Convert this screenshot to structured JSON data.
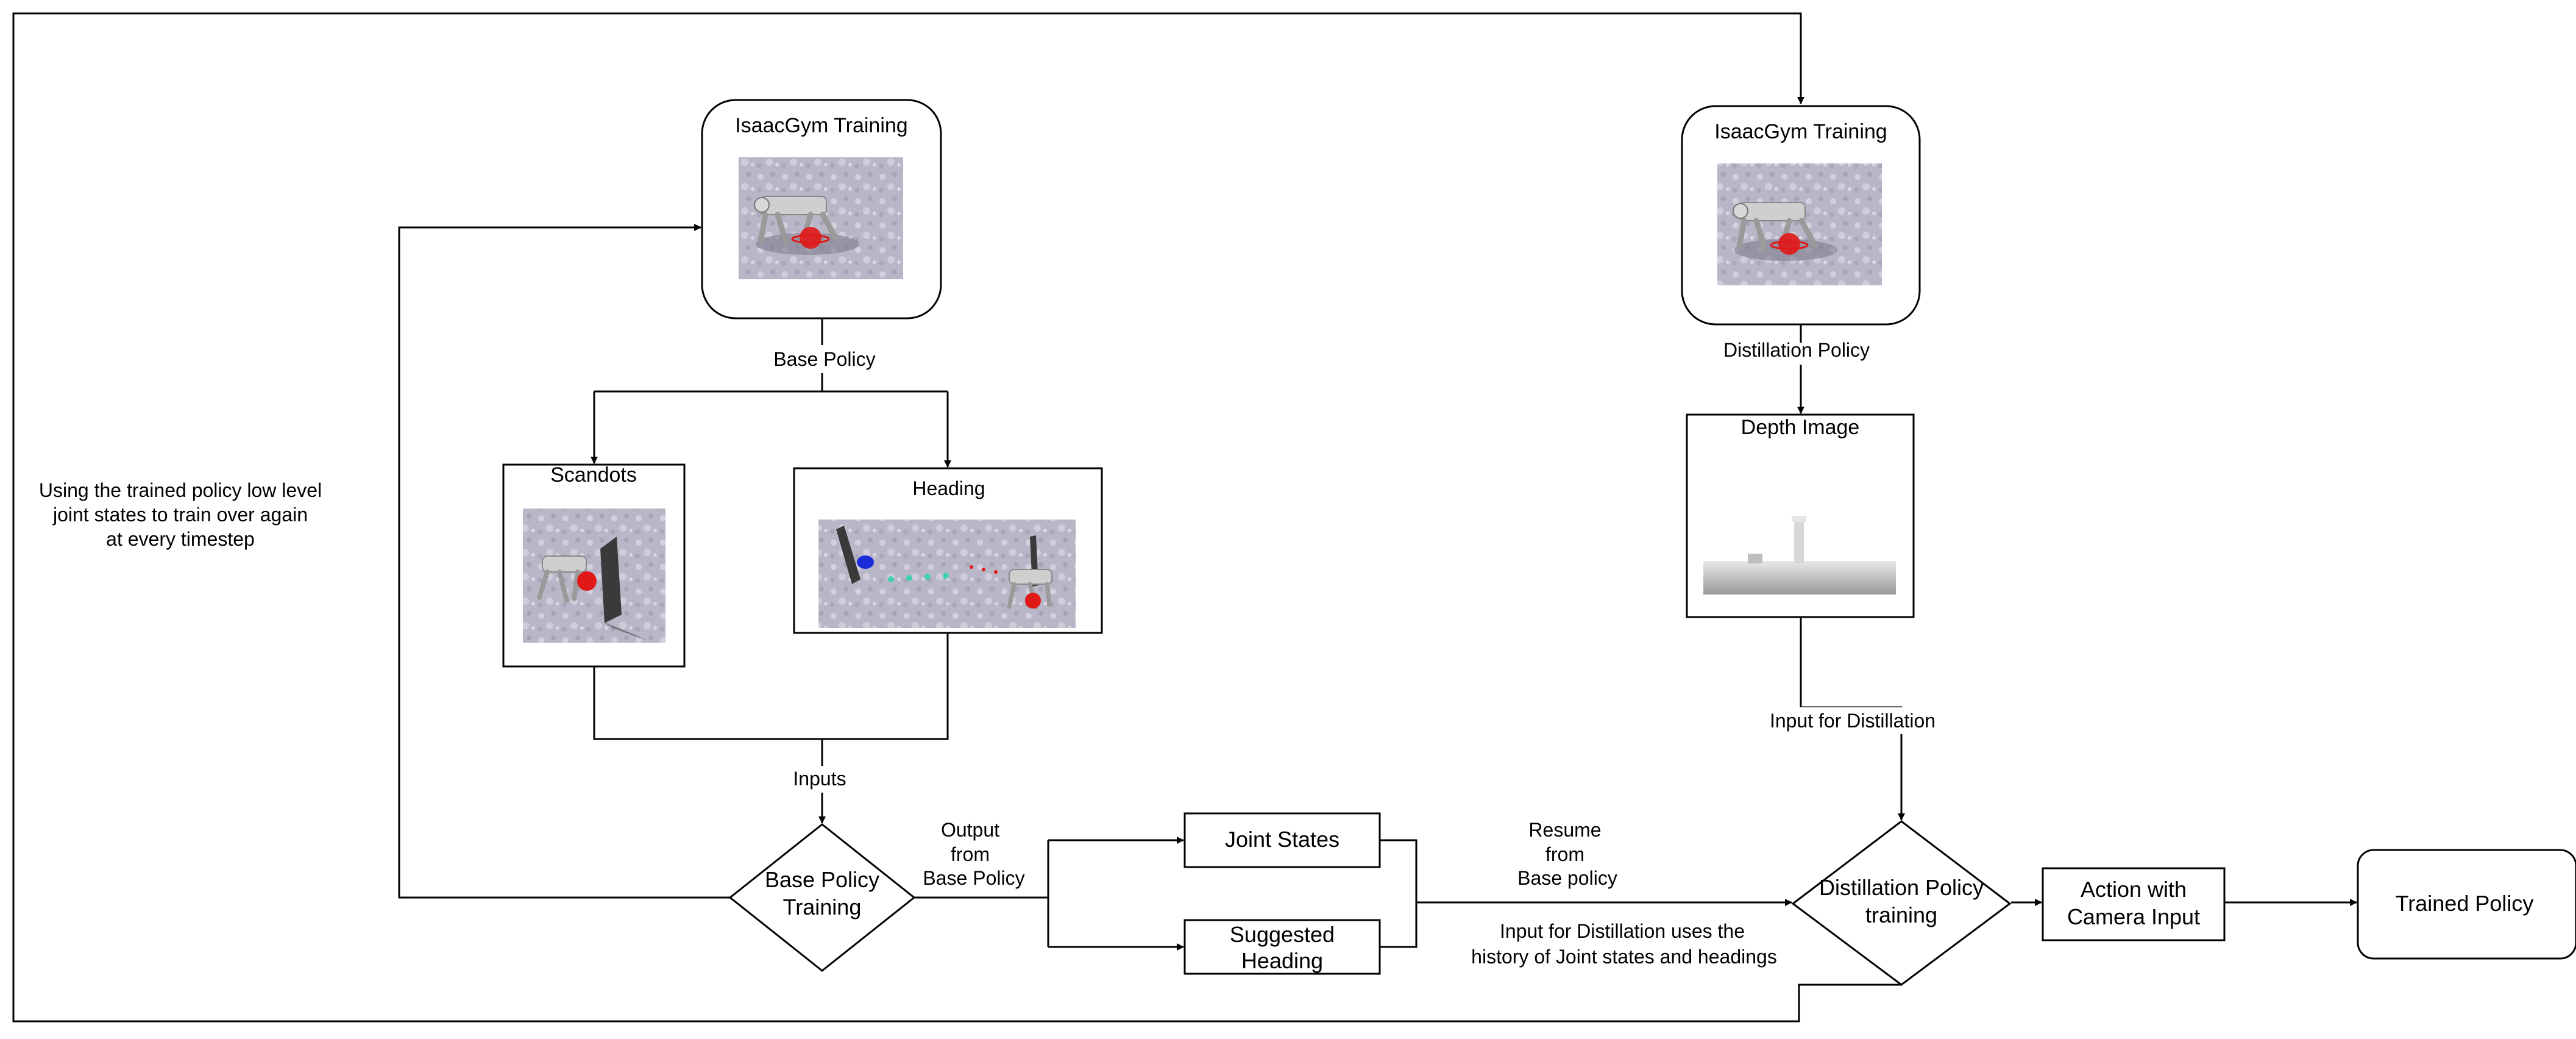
{
  "nodes": {
    "isaac_left": {
      "title": "IsaacGym Training"
    },
    "isaac_right": {
      "title": "IsaacGym Training"
    },
    "scandots": {
      "title": "Scandots"
    },
    "heading": {
      "title": "Heading"
    },
    "depth": {
      "title": "Depth Image"
    },
    "base_training": {
      "line1": "Base Policy",
      "line2": "Training"
    },
    "distill_training": {
      "line1": "Distillation Policy",
      "line2": "training"
    },
    "joint_states": {
      "title": "Joint States"
    },
    "suggested_heading": {
      "line1": "Suggested",
      "line2": "Heading"
    },
    "action_camera": {
      "line1": "Action with",
      "line2": "Camera Input"
    },
    "trained_policy": {
      "title": "Trained Policy"
    }
  },
  "edges": {
    "base_policy": "Base Policy",
    "distillation_policy": "Distillation Policy",
    "inputs": "Inputs",
    "output": {
      "line1": "Output",
      "line2": "from",
      "line3": "Base Policy"
    },
    "resume": {
      "line1": "Resume",
      "line2": "from",
      "line3": "Base policy"
    },
    "distill_note": {
      "line1": "Input  for  Distillation uses the",
      "line2": "history of Joint states and headings"
    },
    "input_distillation": "Input for Distillation"
  },
  "annotation": {
    "line1": "Using the trained policy low level",
    "line2": "joint states to train over again",
    "line3": "at every timestep"
  },
  "colors": {
    "stroke": "#000000",
    "terrain": "#b9b7c7",
    "robot": "#c8c8c8",
    "target": "#e01818",
    "marker_blue": "#1a2cd8",
    "waypoint": "#3fd0b0"
  }
}
